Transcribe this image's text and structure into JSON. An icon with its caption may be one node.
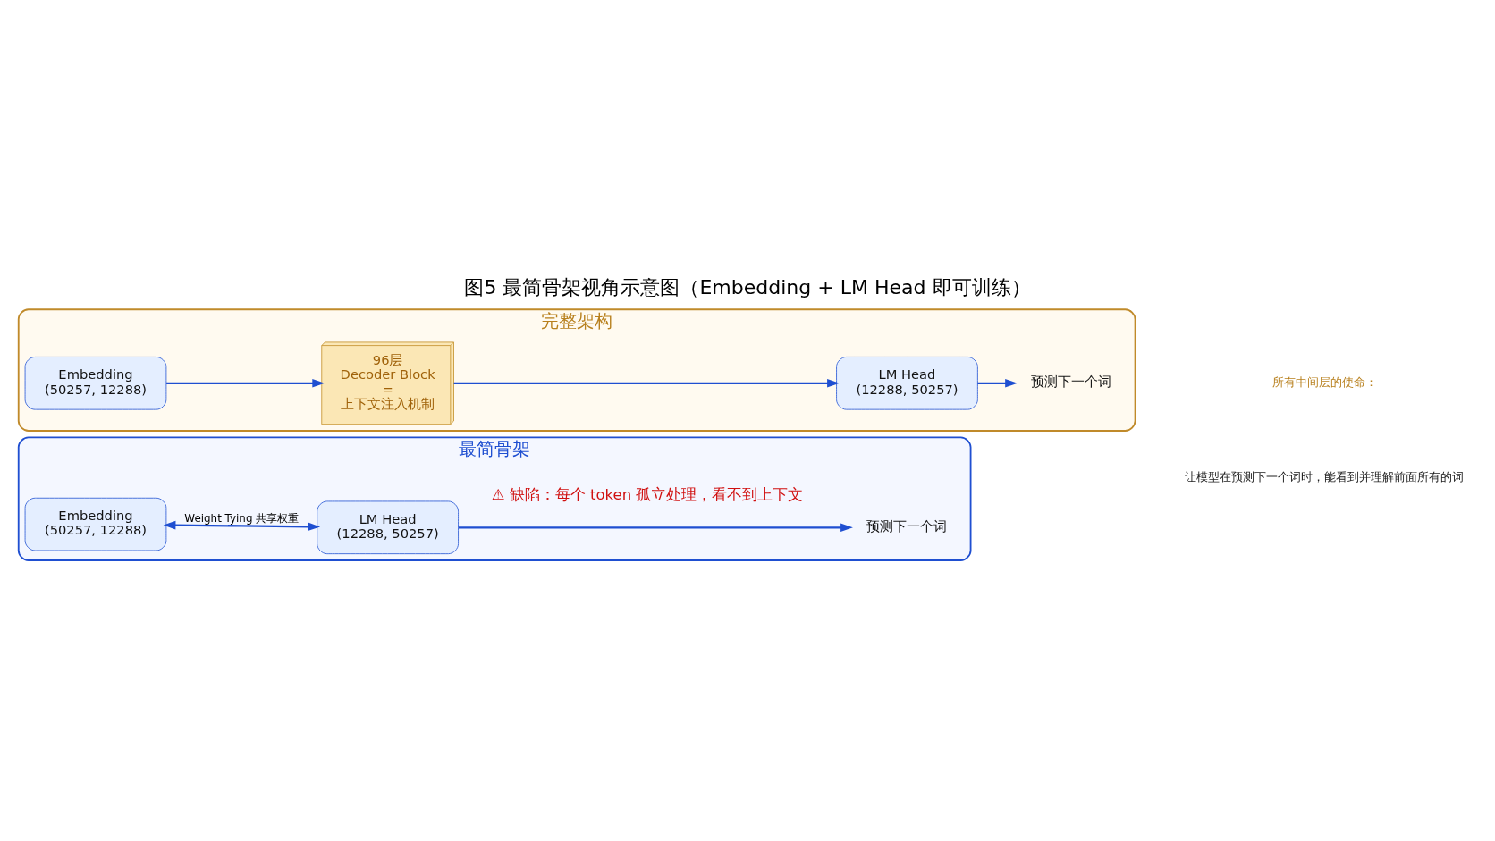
{
  "diagram": {
    "title": "图5 最简骨架视角示意图（Embedding + LM Head 即可训练）",
    "nodes": [
      {
        "text": [
          "最简骨架"
        ]
      },
      {
        "text": [
          "Embedding",
          "(50257, 12288)"
        ],
        "in": 0
      },
      {
        "text": [
          "LM Head",
          "(12288, 50257)"
        ],
        "in": 0
      },
      {
        "text": [
          "预测下一个词"
        ],
        "in": 0
      },
      {
        "text": [
          "完整架构"
        ]
      },
      {
        "text": [
          "Embedding",
          "(50257, 12288)"
        ],
        "in": 4
      },
      {
        "text": [
          "96层",
          "Decoder Block",
          "=",
          "上下文注入机制"
        ],
        "in": 4
      },
      {
        "text": [
          "LM Head",
          "(12288, 50257)"
        ],
        "in": 4
      },
      {
        "text": [
          "预测下一个词"
        ],
        "in": 4
      }
    ],
    "edges": [
      {
        "from": 1,
        "to": 2,
        "arrow": "both",
        "label": "Weight Tying 共享权重"
      },
      {
        "from": 2,
        "to": 3,
        "arrow": "to"
      },
      {
        "from": 5,
        "to": 6,
        "arrow": "to"
      },
      {
        "from": 6,
        "to": 7,
        "arrow": "to"
      },
      {
        "from": 7,
        "to": 8,
        "arrow": "to"
      }
    ],
    "labels": [
      "⚠ 缺陷：每个 token 孤立处理，看不到上下文",
      "所有中间层的使命：",
      "让模型在预测下一个词时，能看到并理解前面所有的词"
    ]
  }
}
